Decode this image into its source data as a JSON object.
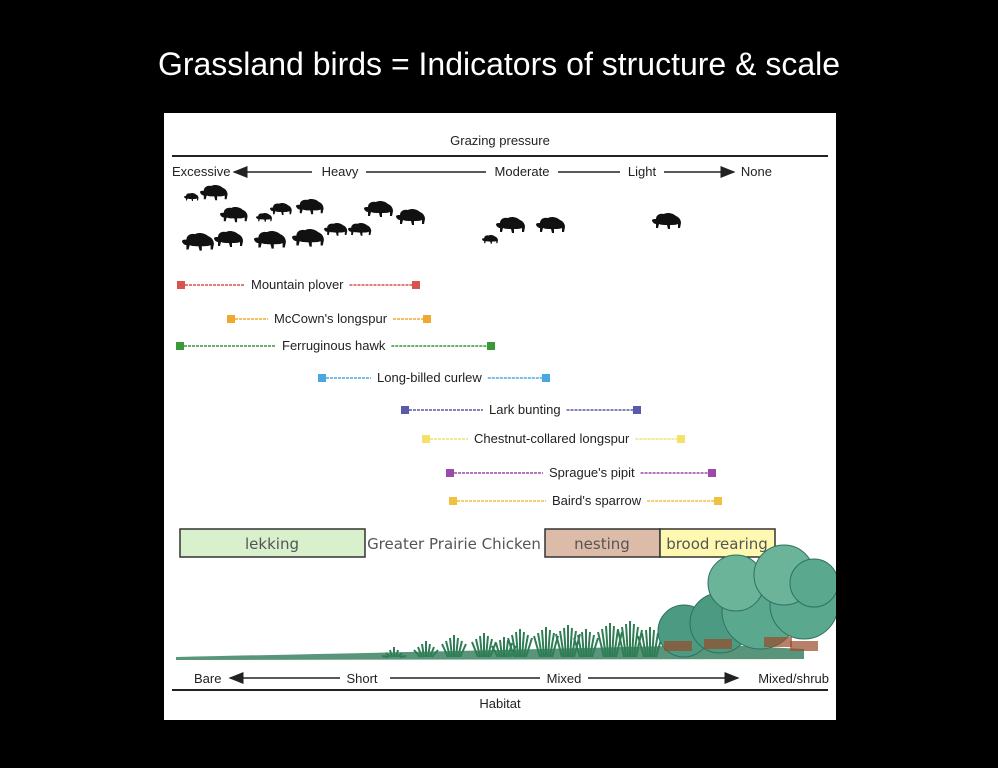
{
  "title": "Grassland birds = Indicators of structure & scale",
  "grazing": {
    "heading": "Grazing pressure",
    "scale": [
      "Excessive",
      "Heavy",
      "Moderate",
      "Light",
      "None"
    ]
  },
  "species": [
    {
      "name": "Mountain plover",
      "color": "#d9534f"
    },
    {
      "name": "McCown's longspur",
      "color": "#f0a830"
    },
    {
      "name": "Ferruginous hawk",
      "color": "#3a9a3a"
    },
    {
      "name": "Long-billed curlew",
      "color": "#4aa8e0"
    },
    {
      "name": "Lark bunting",
      "color": "#5a5aa8"
    },
    {
      "name": "Chestnut-collared longspur",
      "color": "#f5e06a"
    },
    {
      "name": "Sprague's pipit",
      "color": "#9a4aa8"
    },
    {
      "name": "Baird's sparrow",
      "color": "#f0c040"
    }
  ],
  "prairie_chicken": {
    "name": "Greater Prairie Chicken",
    "phases": [
      {
        "label": "lekking",
        "color": "#d8f0cc"
      },
      {
        "label": "nesting",
        "color": "#dcbca8"
      },
      {
        "label": "brood rearing",
        "color": "#fff8b0"
      }
    ]
  },
  "habitat": {
    "heading": "Habitat",
    "scale": [
      "Bare",
      "Short",
      "Mixed",
      "Mixed/shrub"
    ]
  }
}
